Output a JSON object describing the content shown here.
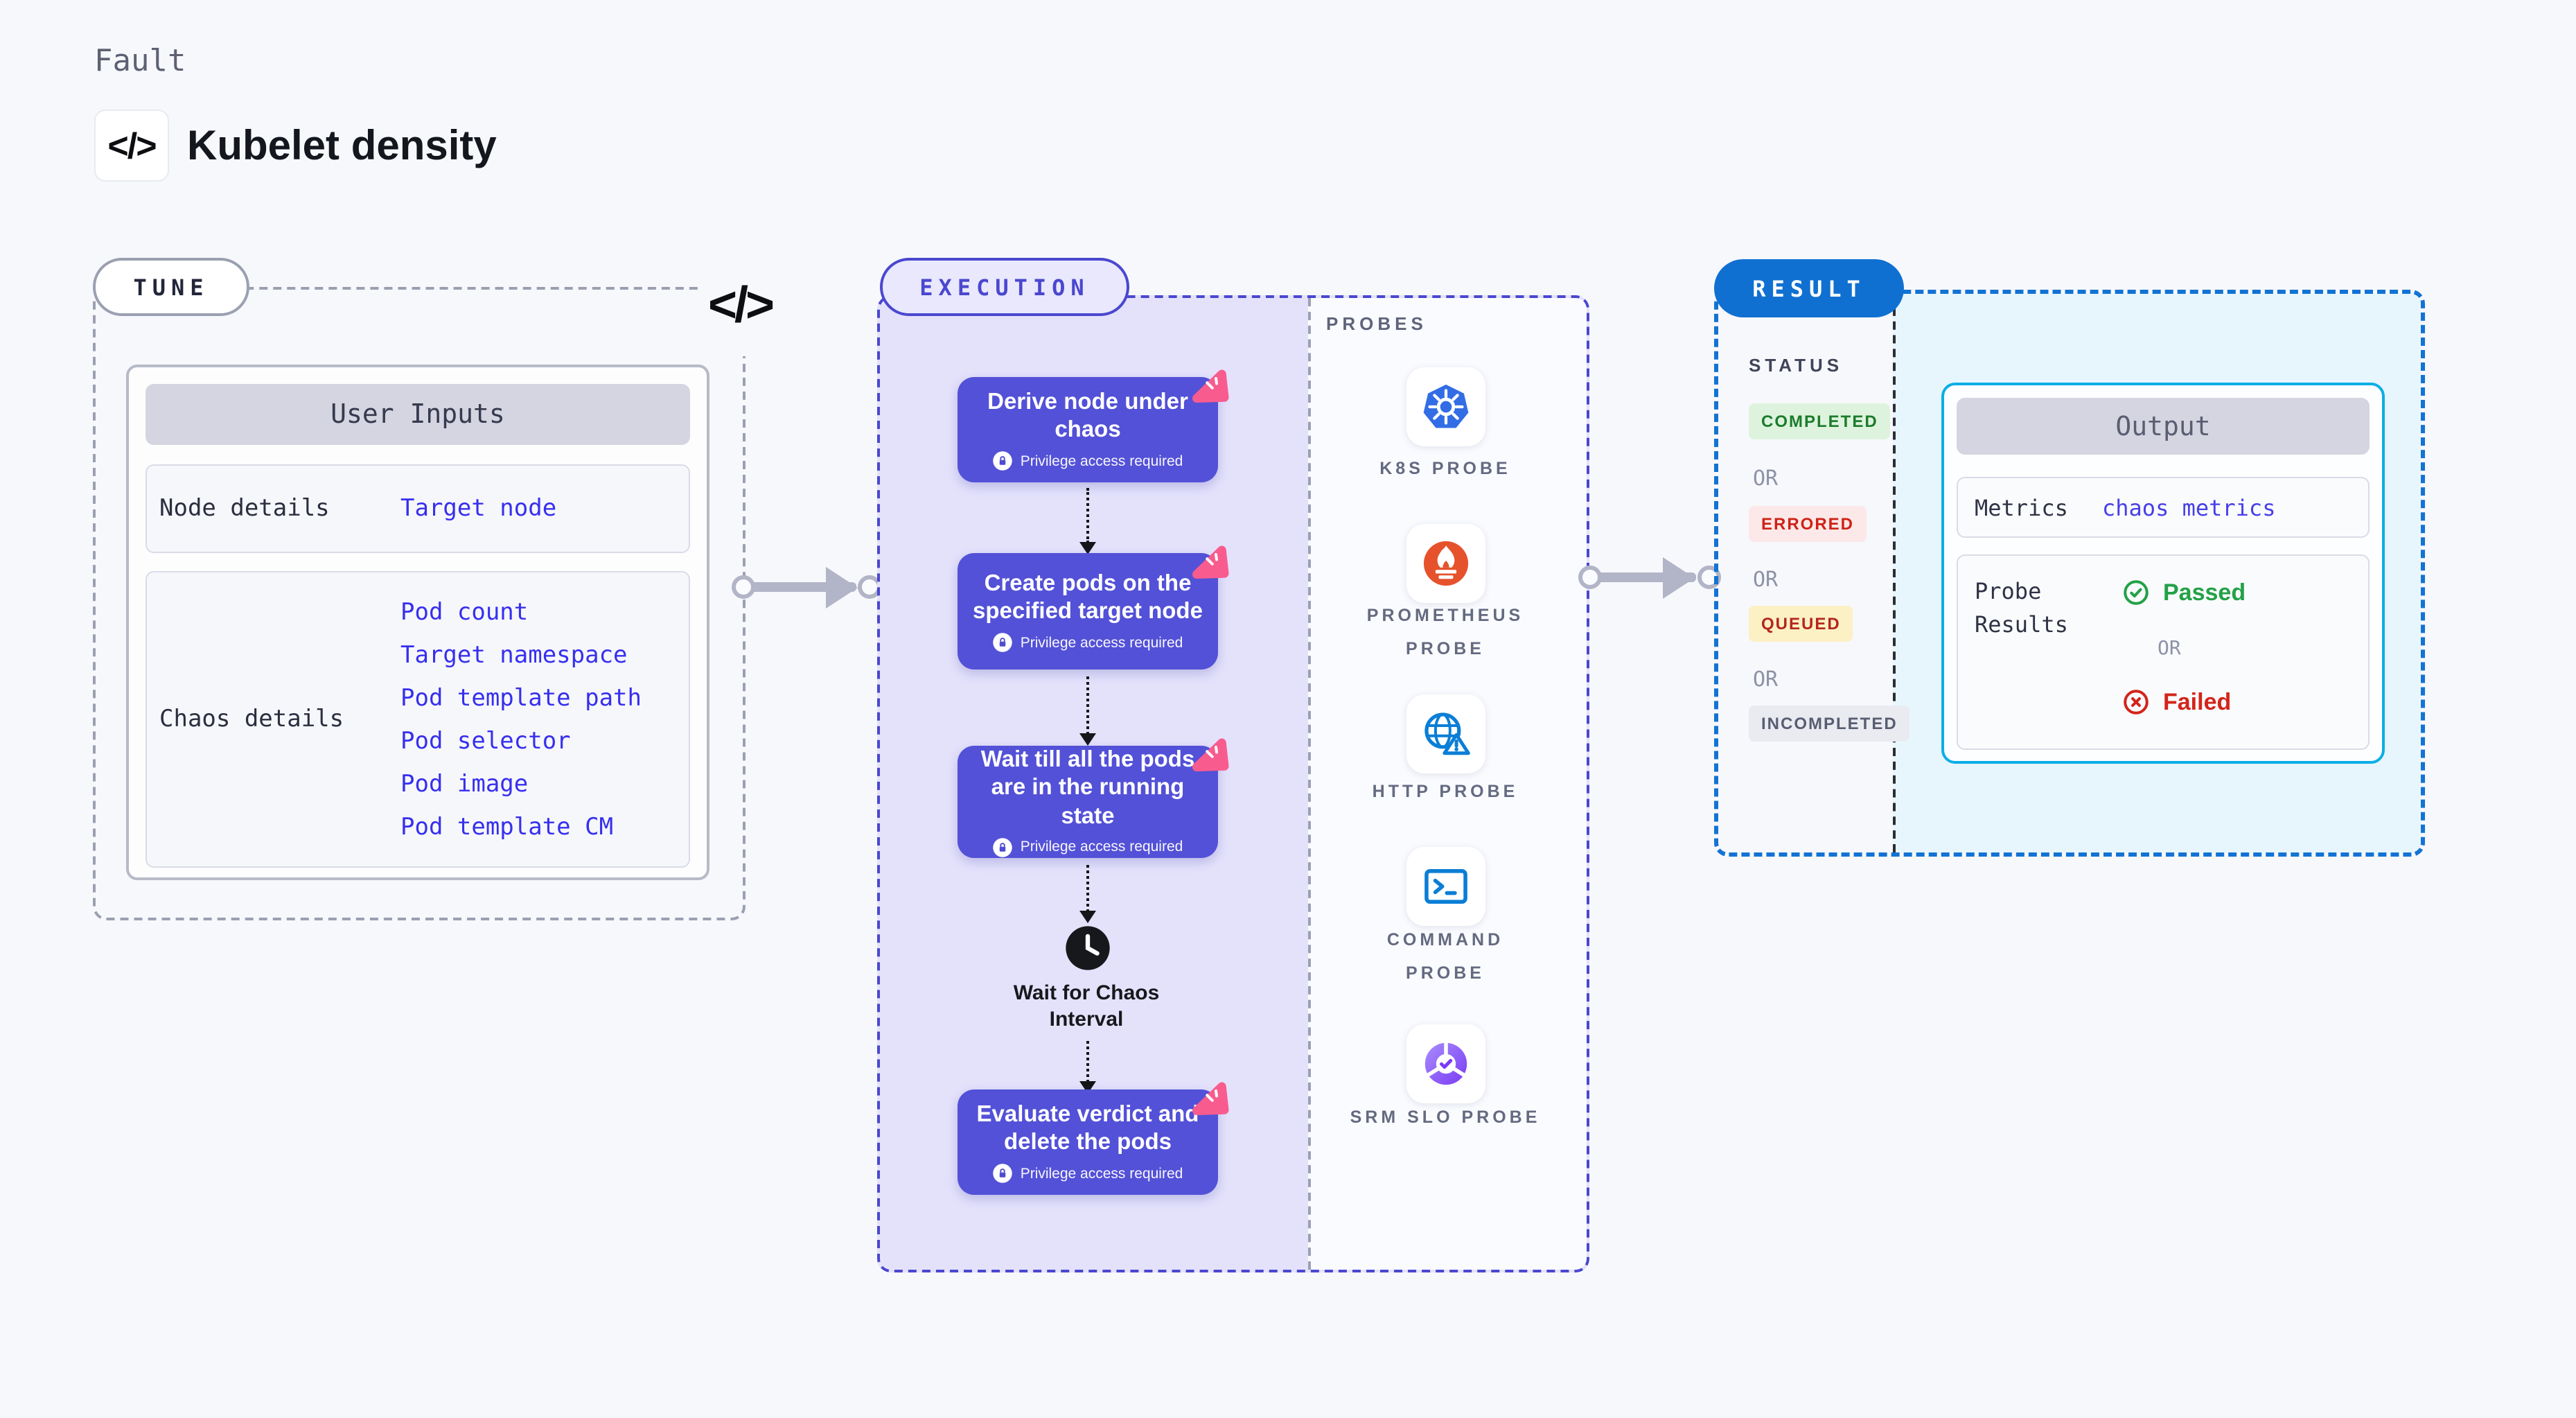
{
  "header": {
    "eyebrow": "Fault",
    "title": "Kubelet density",
    "code_glyph": "</>"
  },
  "tune": {
    "pill": "TUNE",
    "corner_glyph": "</>",
    "table_title": "User Inputs",
    "rows": [
      {
        "label": "Node details",
        "links": [
          "Target node"
        ]
      },
      {
        "label": "Chaos details",
        "links": [
          "Pod count",
          "Target namespace",
          "Pod template path",
          "Pod selector",
          "Pod image",
          "Pod template CM"
        ]
      }
    ]
  },
  "execution": {
    "pill": "EXECUTION",
    "privilege_note": "Privilege access required",
    "steps": [
      {
        "title": "Derive node under chaos"
      },
      {
        "title": "Create pods on the specified target node"
      },
      {
        "title": "Wait till all the pods are in the running state"
      },
      {
        "title": "Evaluate verdict and delete the pods"
      }
    ],
    "wait_label": "Wait for Chaos Interval"
  },
  "probes": {
    "heading": "PROBES",
    "items": [
      {
        "label": "K8S PROBE",
        "icon": "kubernetes-icon"
      },
      {
        "label": "PROMETHEUS PROBE",
        "icon": "prometheus-icon"
      },
      {
        "label": "HTTP PROBE",
        "icon": "http-globe-icon"
      },
      {
        "label": "COMMAND PROBE",
        "icon": "terminal-icon"
      },
      {
        "label": "SRM SLO PROBE",
        "icon": "slo-pie-icon"
      }
    ]
  },
  "result": {
    "pill": "RESULT",
    "status_heading": "STATUS",
    "or_label": "OR",
    "statuses": [
      {
        "label": "COMPLETED",
        "fg": "#1c7c2d",
        "bg": "#def3dd"
      },
      {
        "label": "ERRORED",
        "fg": "#ce2217",
        "bg": "#fce8e8"
      },
      {
        "label": "QUEUED",
        "fg": "#b3271d",
        "bg": "#fcf0c5"
      },
      {
        "label": "INCOMPLETED",
        "fg": "#585d72",
        "bg": "#eaebf1"
      }
    ],
    "output": {
      "title": "Output",
      "metrics_label": "Metrics",
      "metrics_link": "chaos metrics",
      "probe_results_label": "Probe Results",
      "passed_label": "Passed",
      "or_label": "OR",
      "failed_label": "Failed"
    }
  },
  "colors": {
    "accent_indigo": "#4a47cf",
    "accent_blue": "#1273d4",
    "step_card": "#5351d7",
    "link_blue": "#372fee",
    "cyan_border": "#0caee6",
    "cyan_panel": "#e7f6fd",
    "passed_green": "#23a147",
    "failed_red": "#d3251a",
    "pink_badge": "#f85c8e"
  }
}
